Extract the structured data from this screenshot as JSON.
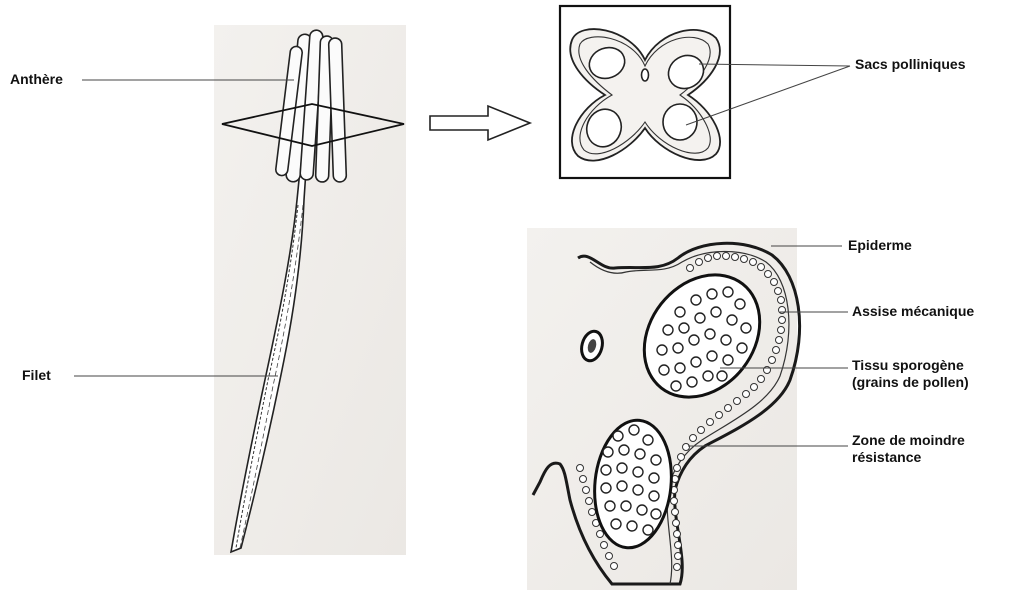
{
  "labels": {
    "anthere": "Anthère",
    "filet": "Filet",
    "sacs_polliniques": "Sacs polliniques",
    "epiderme": "Epiderme",
    "assise_mecanique": "Assise mécanique",
    "tissu_sporogene": [
      "Tissu sporogène",
      "(grains de pollen)"
    ],
    "zone_moindre": [
      "Zone de moindre",
      "résistance"
    ]
  }
}
